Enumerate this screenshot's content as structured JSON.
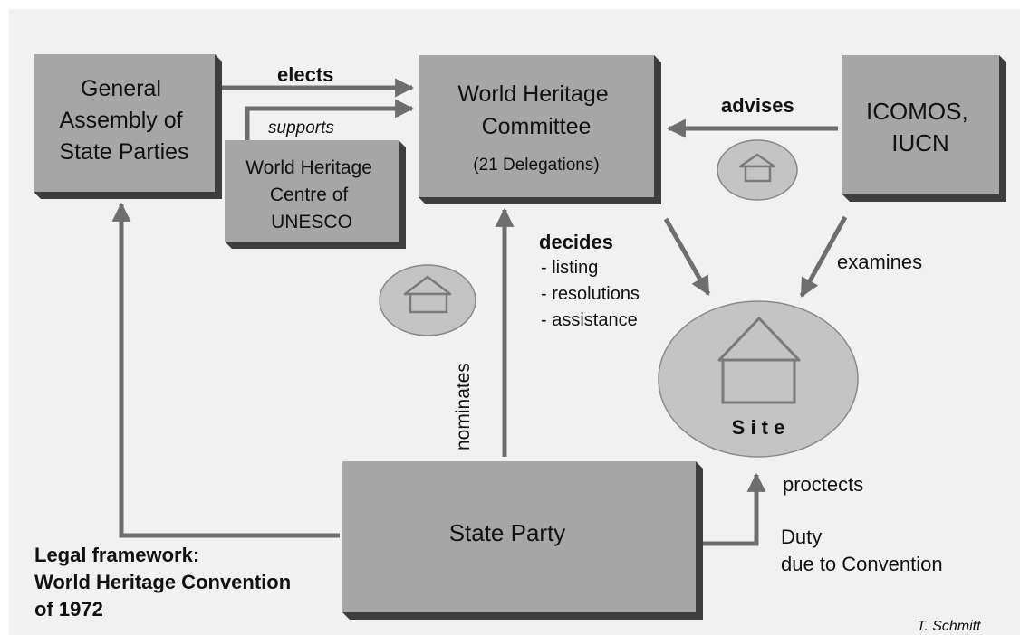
{
  "boxes": {
    "general_assembly": [
      "General",
      "Assembly of",
      "State Parties"
    ],
    "committee": [
      "World Heritage",
      "Committee",
      "(21 Delegations)"
    ],
    "icomos": [
      "ICOMOS,",
      "IUCN"
    ],
    "centre": [
      "World Heritage",
      "Centre of",
      "UNESCO"
    ],
    "state_party": "State Party"
  },
  "labels": {
    "elects": "elects",
    "supports": "supports",
    "advises": "advises",
    "decides": "decides",
    "decides_items": [
      "- listing",
      "- resolutions",
      "- assistance"
    ],
    "examines": "examines",
    "nominates": "nominates",
    "protects": "proctects",
    "duty": [
      "Duty",
      "due to Convention"
    ],
    "site": "S i t e"
  },
  "legal_framework": [
    "Legal framework:",
    "World Heritage Convention",
    "of 1972"
  ],
  "credit": "T. Schmitt",
  "colors": {
    "box": "#a6a6a6",
    "shadow": "#3e3e3e",
    "arrow": "#6e6e6e",
    "site": "#c4c4c4",
    "background": "#f1f1f1"
  }
}
